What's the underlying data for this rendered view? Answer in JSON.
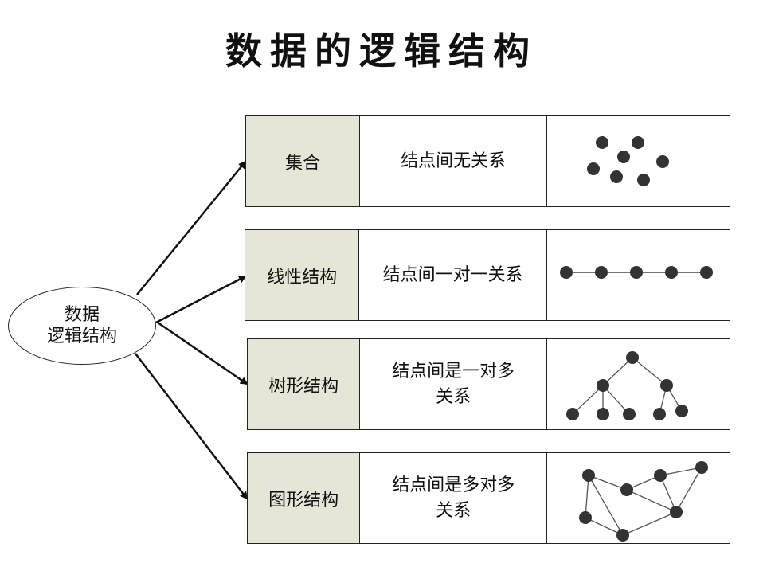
{
  "title": "数据的逻辑结构",
  "root": {
    "line1": "数据",
    "line2": "逻辑结构"
  },
  "rows": [
    {
      "name": "集合",
      "desc_line1": "结点间无关系",
      "desc_line2": "",
      "diagram": "set"
    },
    {
      "name": "线性结构",
      "desc_line1": "结点间一对一关系",
      "desc_line2": "",
      "diagram": "linear"
    },
    {
      "name": "树形结构",
      "desc_line1": "结点间是一对多",
      "desc_line2": "关系",
      "diagram": "tree"
    },
    {
      "name": "图形结构",
      "desc_line1": "结点间是多对多",
      "desc_line2": "关系",
      "diagram": "graph"
    }
  ],
  "colors": {
    "name_cell_bg": "#e6e6d6",
    "node": "#333333",
    "line": "#222222"
  }
}
